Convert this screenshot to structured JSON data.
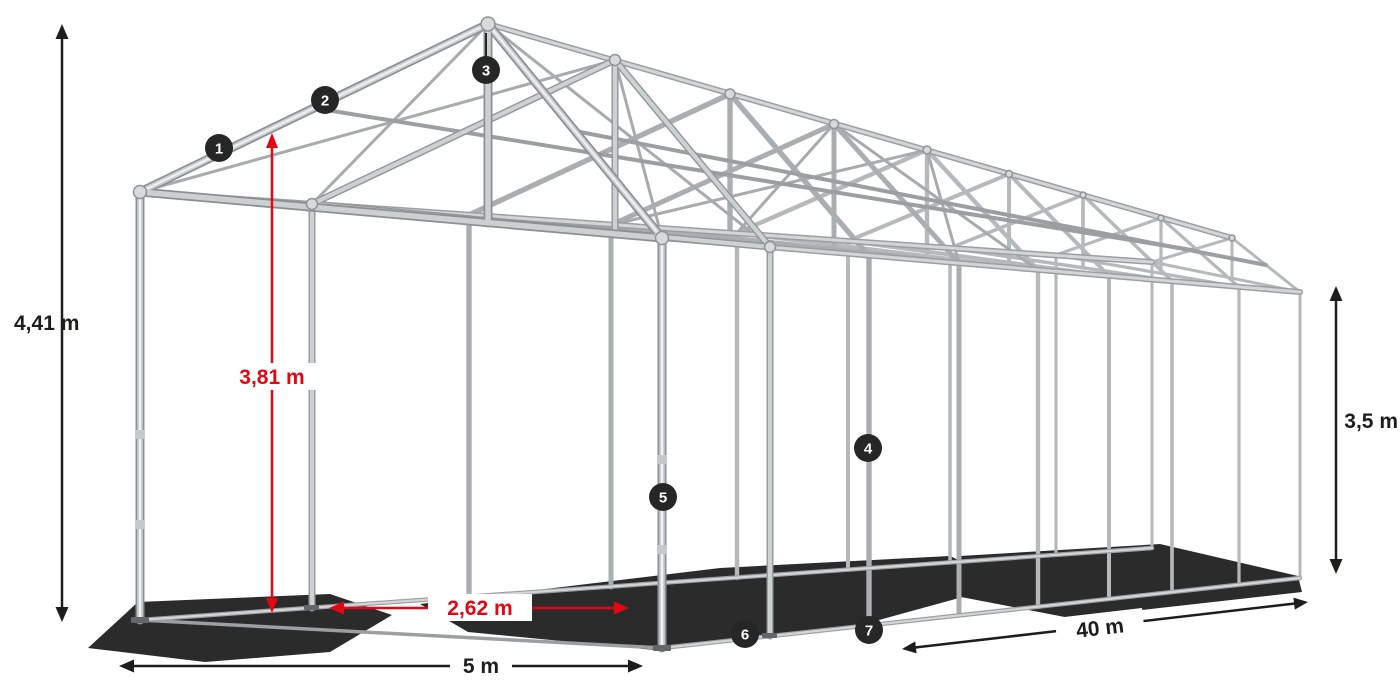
{
  "page": {
    "background": "#ffffff"
  },
  "diagram": {
    "subject": "tent-steel-frame-3d-wireframe",
    "colors": {
      "accent_red": "#e30613",
      "dimension_black": "#1d1d1b",
      "badge_bg": "#262626",
      "badge_text": "#ffffff",
      "steel": "#a6aaad",
      "steel_highlight": "#eef0f1",
      "shadow": "#0c0c0c"
    },
    "dimensions": {
      "total_height": {
        "value": "4,41 m"
      },
      "inner_height": {
        "value": "3,81 m"
      },
      "inner_width": {
        "value": "2,62 m"
      },
      "side_height": {
        "value": "3,5 m"
      },
      "width": {
        "value": "5 m"
      },
      "length": {
        "value": "40 m"
      }
    },
    "markers": [
      "1",
      "2",
      "3",
      "4",
      "5",
      "6",
      "7"
    ]
  }
}
